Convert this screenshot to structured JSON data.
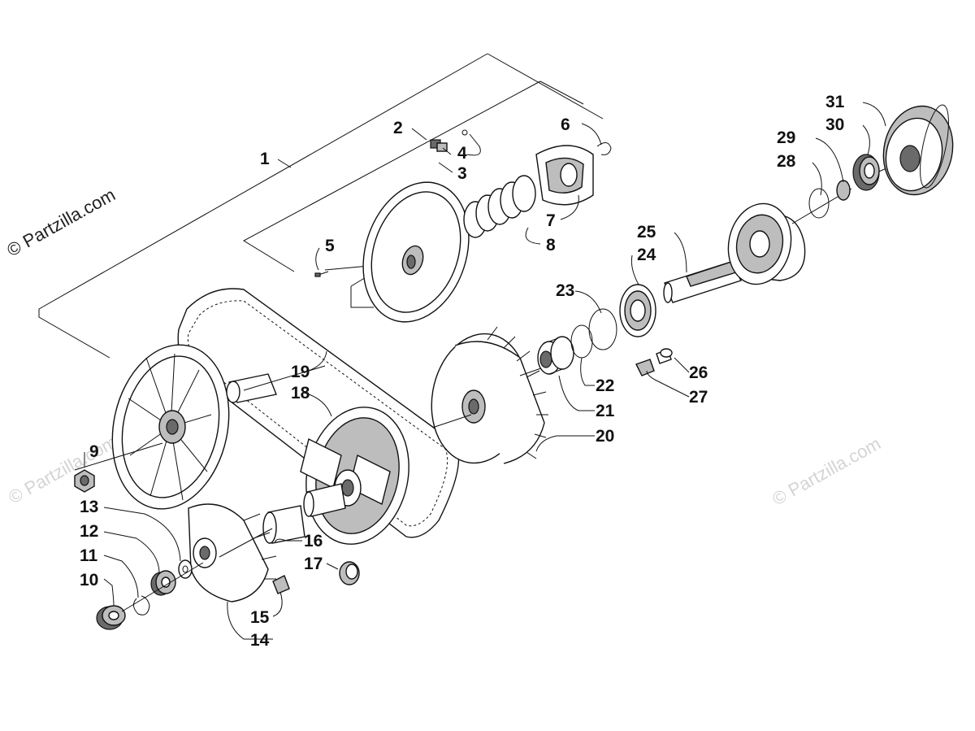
{
  "watermarks": {
    "main": "© Partzilla.com",
    "faint": "© Partzilla.com"
  },
  "callouts": [
    "1",
    "2",
    "3",
    "4",
    "5",
    "6",
    "7",
    "8",
    "9",
    "10",
    "11",
    "12",
    "13",
    "14",
    "15",
    "16",
    "17",
    "18",
    "19",
    "20",
    "21",
    "22",
    "23",
    "24",
    "25",
    "26",
    "27",
    "28",
    "29",
    "30",
    "31"
  ],
  "colors": {
    "ink": "#111111",
    "watermark": "#d4d4d4"
  }
}
